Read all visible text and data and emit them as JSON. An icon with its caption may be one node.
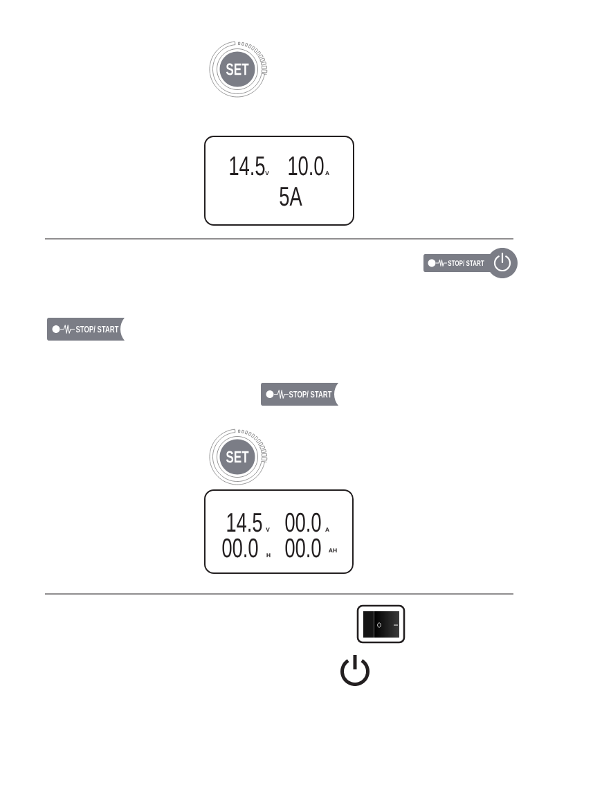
{
  "diagram": {
    "nodes": [
      {
        "text": [
          "SET"
        ]
      },
      {
        "text": [
          "14.5",
          "V",
          "10.0",
          "A",
          "5A"
        ]
      },
      {
        "text": [
          "STOP/ START"
        ]
      },
      {
        "text": [
          "STOP/ START"
        ]
      },
      {
        "text": [
          "STOP/ START"
        ]
      },
      {
        "text": [
          "SET"
        ]
      },
      {
        "text": [
          "14.5",
          "V",
          "00.0",
          "A",
          "00.0",
          "H",
          "00.0",
          "AH"
        ]
      }
    ]
  }
}
